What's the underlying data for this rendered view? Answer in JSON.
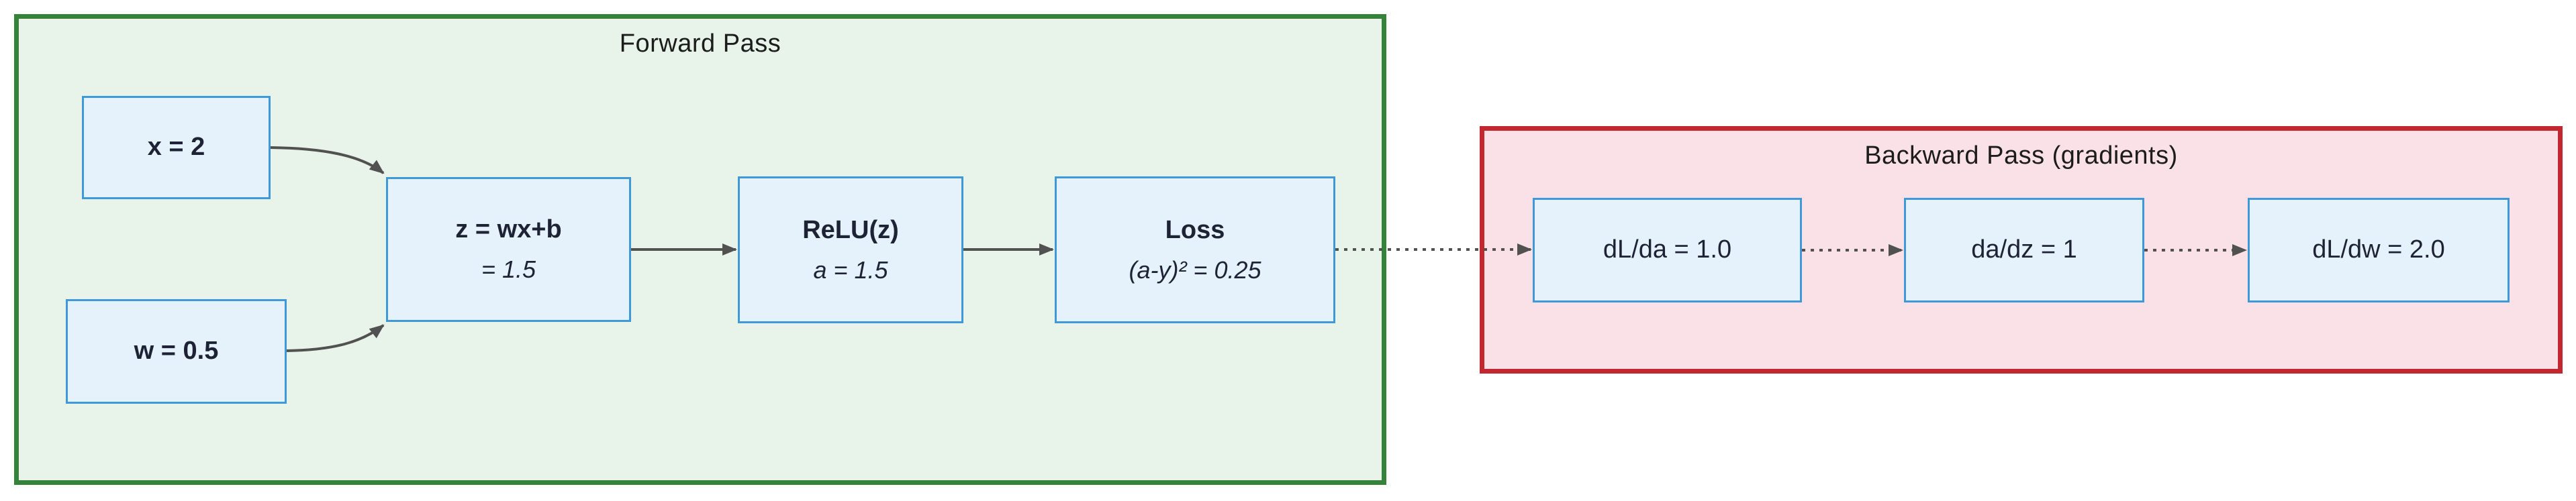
{
  "forward": {
    "title": "Forward Pass",
    "nodes": {
      "x": {
        "label": "x = 2"
      },
      "w": {
        "label": "w = 0.5"
      },
      "z": {
        "label": "z = wx+b",
        "value": "= 1.5"
      },
      "relu": {
        "label": "ReLU(z)",
        "value": "a = 1.5"
      },
      "loss": {
        "label": "Loss",
        "value": "(a-y)² = 0.25"
      }
    }
  },
  "backward": {
    "title": "Backward Pass (gradients)",
    "nodes": {
      "dlda": {
        "label": "dL/da = 1.0"
      },
      "dadz": {
        "label": "da/dz = 1"
      },
      "dldw": {
        "label": "dL/dw = 2.0"
      }
    }
  },
  "colors": {
    "forward_border": "#35823a",
    "forward_fill": "#e8f4e9",
    "backward_border": "#c2262e",
    "backward_fill": "#fae1e8",
    "node_border": "#3f99d8",
    "node_fill": "#e5f1fb",
    "arrow": "#515151",
    "text": "#1e2235"
  }
}
